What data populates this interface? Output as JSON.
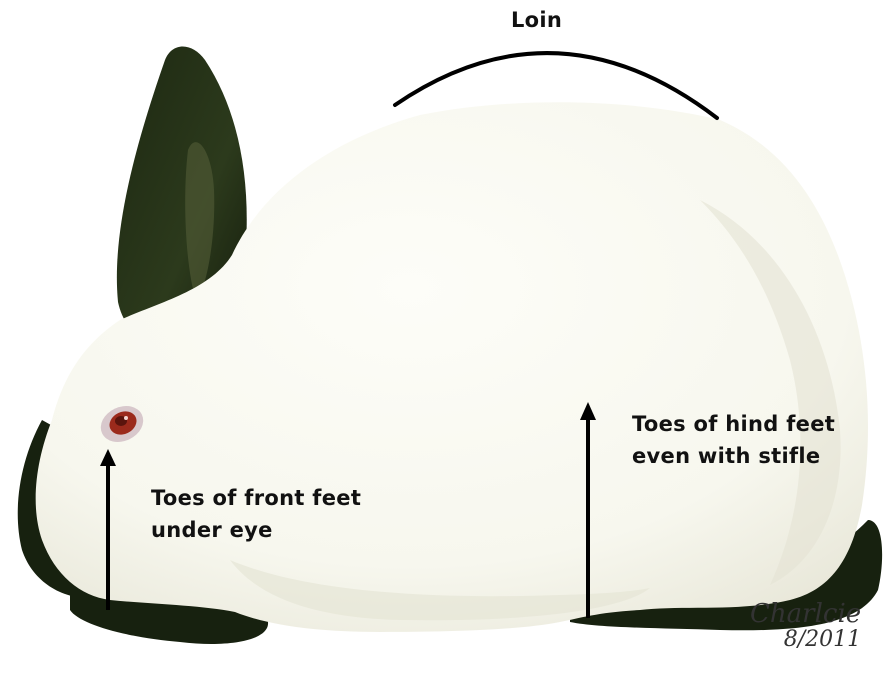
{
  "labels": {
    "loin": "Loin",
    "front_feet": [
      "Toes of front feet",
      "under eye"
    ],
    "hind_feet": [
      "Toes of hind feet",
      "even with stifle"
    ]
  },
  "signature": {
    "name": "Charlcie",
    "date": "8/2011"
  },
  "colors": {
    "fur_white": "#fbfbf2",
    "fur_shadow": "#e7e6d8",
    "fur_dark": "#17210f",
    "eye": "#9b2a1c",
    "arrow": "#000000"
  }
}
